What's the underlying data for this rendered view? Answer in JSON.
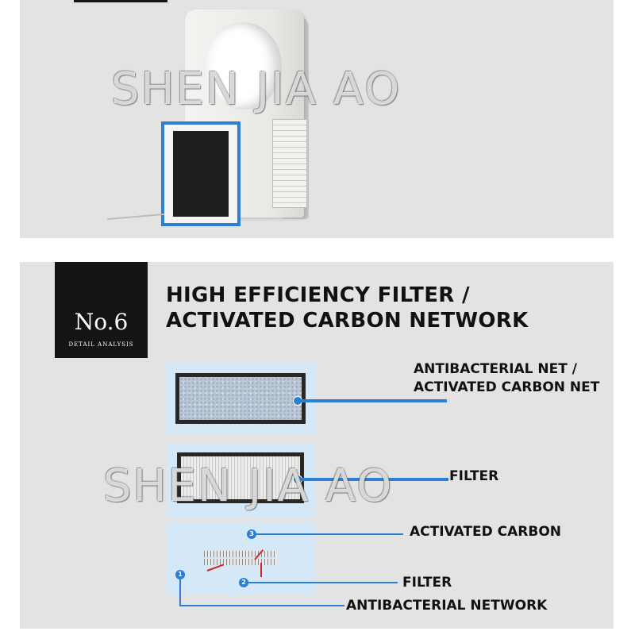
{
  "watermark": "SHEN JIA AO",
  "badge": {
    "number": "No.6",
    "subtitle": "DETAIL ANALYSIS"
  },
  "heading": {
    "line1": "HIGH EFFICIENCY FILTER /",
    "line2": "ACTIVATED CARBON NETWORK"
  },
  "callouts": {
    "net_line1": "ANTIBACTERIAL NET /",
    "net_line2": "ACTIVATED CARBON NET",
    "filter_top": "FILTER",
    "activated_carbon": "ACTIVATED CARBON",
    "filter_bottom": "FILTER",
    "antibacterial_network": "ANTIBACTERIAL NETWORK"
  },
  "diagram_numbers": [
    "1",
    "2",
    "3"
  ],
  "colors": {
    "accent_blue": "#2c7fd1",
    "panel_gray": "#e3e3e3",
    "badge_black": "#141414",
    "arrow_red": "#d42323"
  }
}
